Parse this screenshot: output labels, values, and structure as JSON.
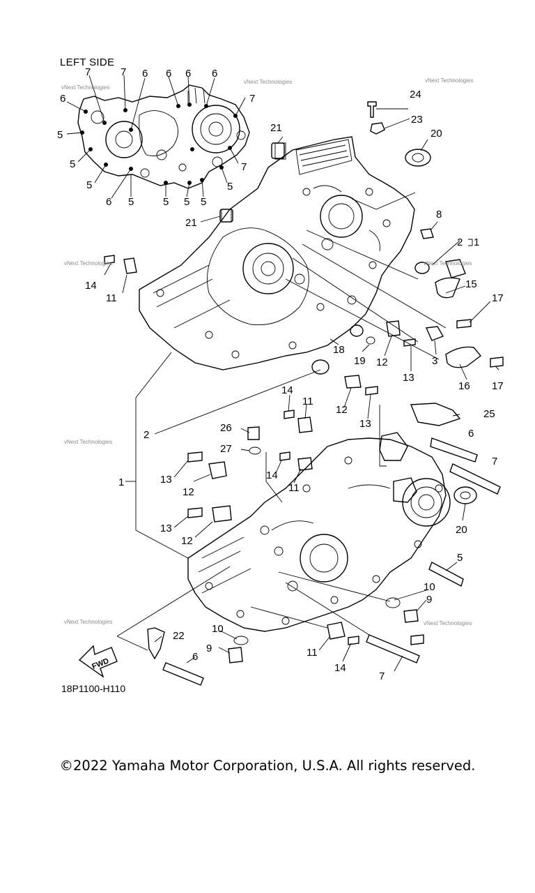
{
  "diagram": {
    "view_label": "LEFT SIDE",
    "drawing_code": "18P1100-H110",
    "fwd_label": "FWD",
    "watermark_text": [
      "vNext Technologies",
      "vNext Technologies",
      "vNext Technologies",
      "vNext Technologies",
      "vNext Technologies",
      "vNext Technologies",
      "vNext Technologies",
      "vNext Technologies"
    ],
    "inset_callouts": [
      "7",
      "7",
      "6",
      "6",
      "6",
      "6",
      "6",
      "7",
      "5",
      "5",
      "5",
      "6",
      "5",
      "5",
      "5",
      "5",
      "5",
      "7"
    ],
    "callouts": [
      "24",
      "23",
      "20",
      "21",
      "21",
      "8",
      "2",
      "1",
      "14",
      "11",
      "15",
      "17",
      "18",
      "19",
      "12",
      "13",
      "3",
      "16",
      "17",
      "14",
      "11",
      "12",
      "13",
      "25",
      "26",
      "2",
      "27",
      "6",
      "7",
      "1",
      "13",
      "12",
      "14",
      "11",
      "13",
      "12",
      "20",
      "5",
      "10",
      "9",
      "22",
      "10",
      "9",
      "11",
      "14",
      "7",
      "6"
    ]
  },
  "footer": {
    "copyright": "©2022 Yamaha Motor Corporation, U.S.A. All rights reserved."
  }
}
